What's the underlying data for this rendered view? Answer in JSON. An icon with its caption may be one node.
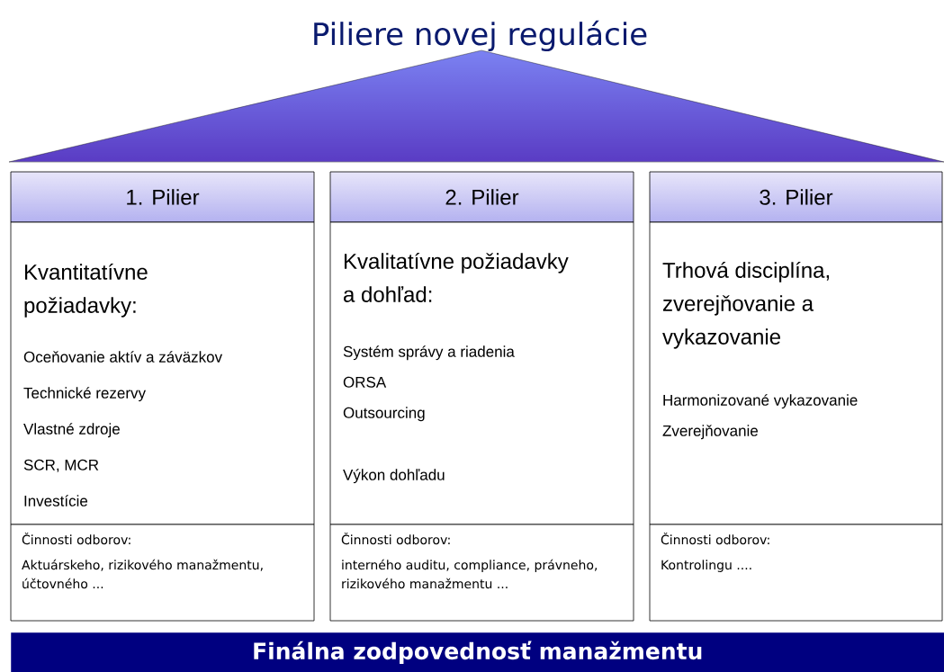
{
  "diagram": {
    "title": "Piliere novej regulácie",
    "nodes": [
      {
        "text": [
          "1. Pilier"
        ]
      },
      {
        "text": [
          "Kvantitatívne požiadavky:",
          "Oceňovanie aktív a záväzkov",
          "Technické rezervy",
          "Vlastné zdroje",
          "SCR, MCR",
          "Investície"
        ]
      },
      {
        "text": [
          "Činnosti odborov:",
          "Aktuárskeho, rizikového manažmentu, účtovného ..."
        ]
      },
      {
        "text": [
          "2. Pilier"
        ]
      },
      {
        "text": [
          "Kvalitatívne požiadavky a dohľad:",
          "Systém správy a riadenia",
          "ORSA",
          "Outsourcing",
          "Výkon dohľadu"
        ]
      },
      {
        "text": [
          "Činnosti odborov:",
          "interného auditu, compliance, právneho, rizikového manažmentu ..."
        ]
      },
      {
        "text": [
          "3. Pilier"
        ]
      },
      {
        "text": [
          "Trhová disciplína, zverejňovanie a vykazovanie",
          "Harmonizované vykazovanie",
          "Zverejňovanie"
        ]
      },
      {
        "text": [
          "Činnosti odborov:",
          "Kontrolingu ...."
        ]
      },
      {
        "text": [
          "Finálna zodpovednosť manažmentu"
        ]
      }
    ]
  }
}
